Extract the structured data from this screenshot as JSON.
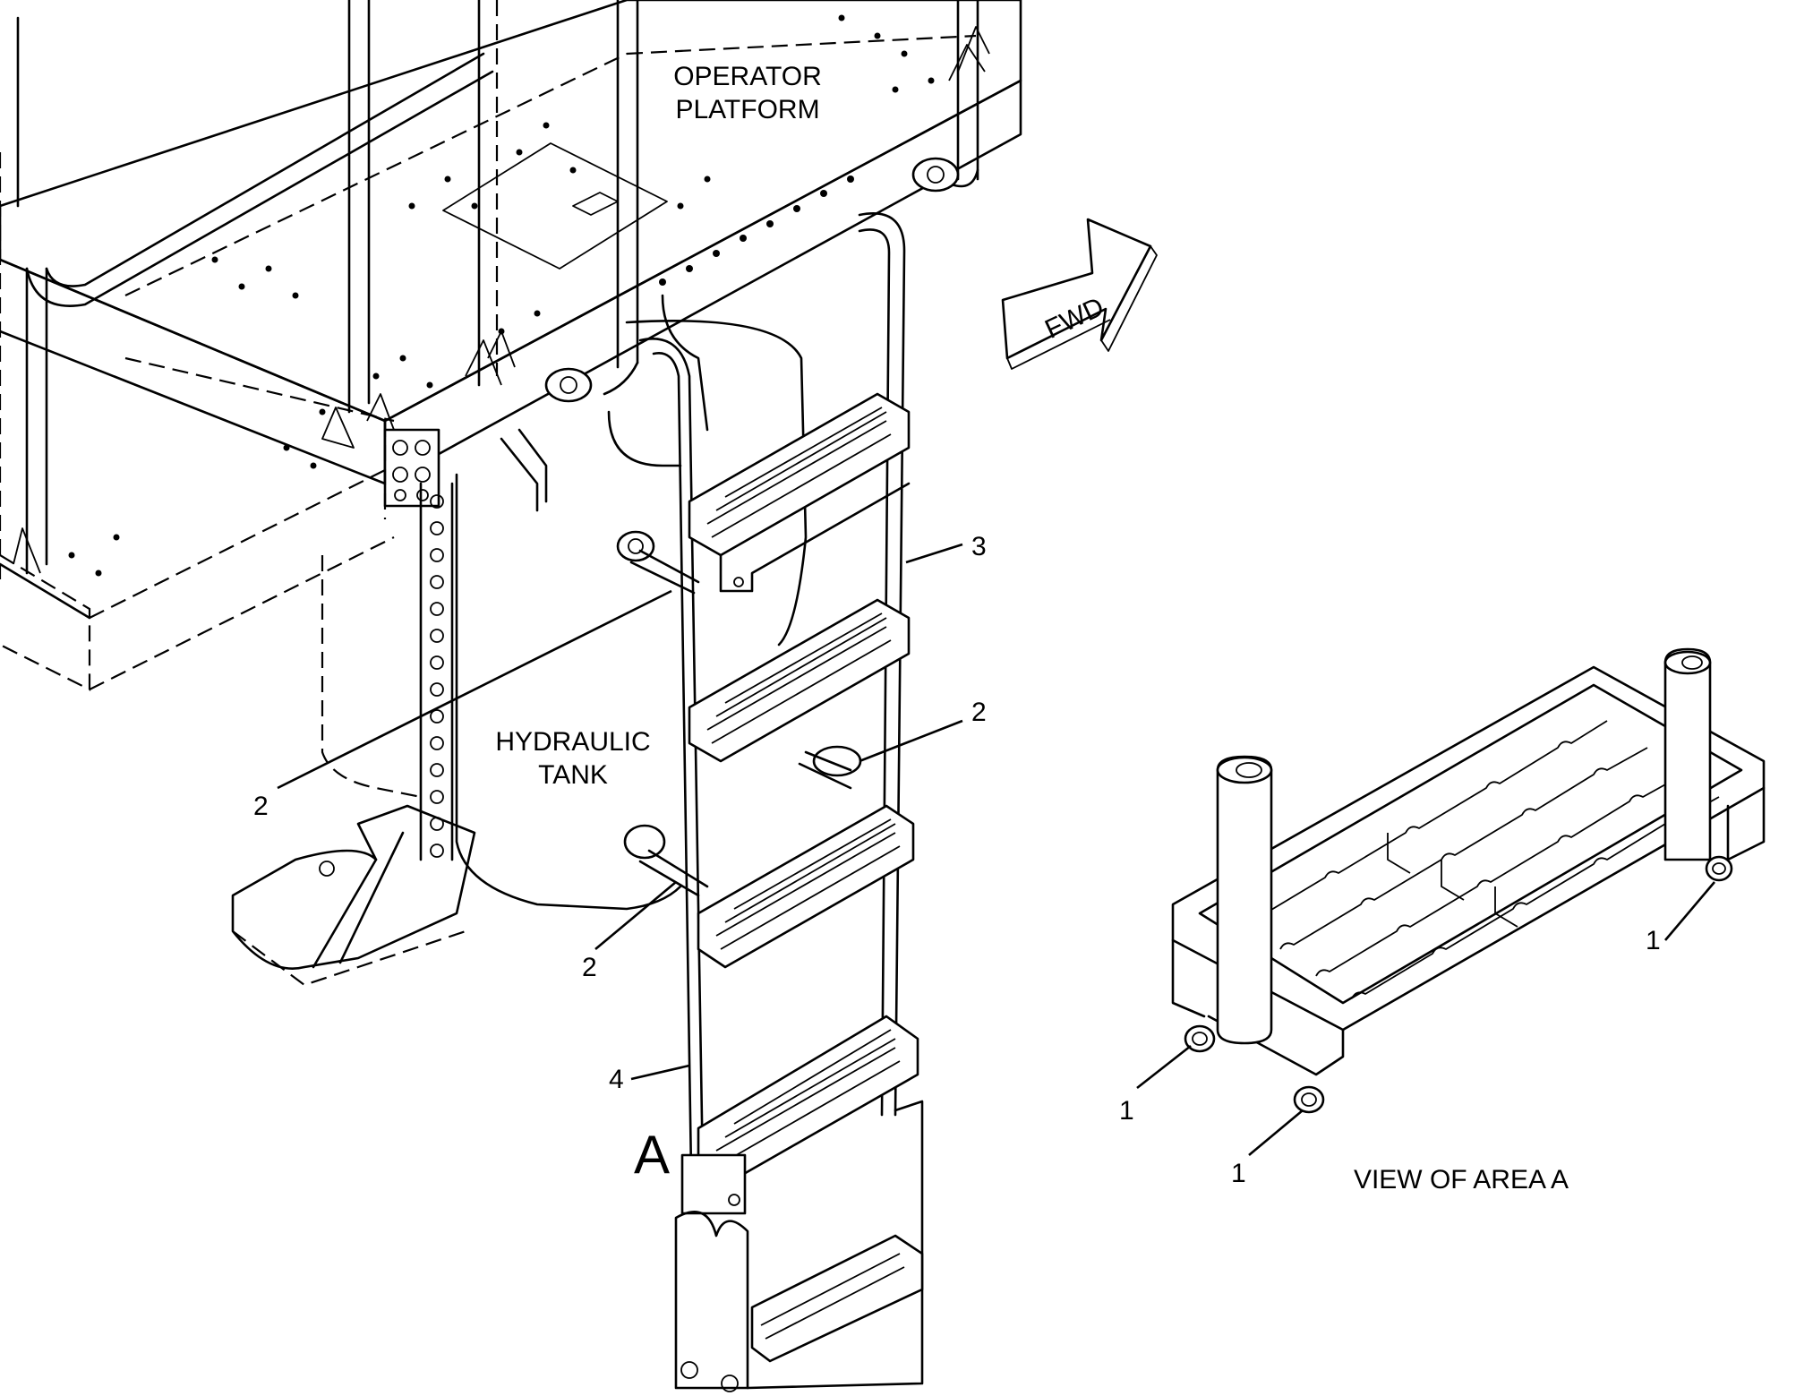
{
  "labels": {
    "operator_platform_line1": "OPERATOR",
    "operator_platform_line2": "PLATFORM",
    "hydraulic_tank_line1": "HYDRAULIC",
    "hydraulic_tank_line2": "TANK",
    "fwd_arrow": "FWD",
    "area_marker": "A",
    "view_caption": "VIEW OF AREA A"
  },
  "callouts": {
    "item_3": "3",
    "item_2_upper_right": "2",
    "item_2_left": "2",
    "item_2_lower": "2",
    "item_4": "4",
    "item_1_right": "1",
    "item_1_left": "1",
    "item_1_bottom": "1"
  }
}
